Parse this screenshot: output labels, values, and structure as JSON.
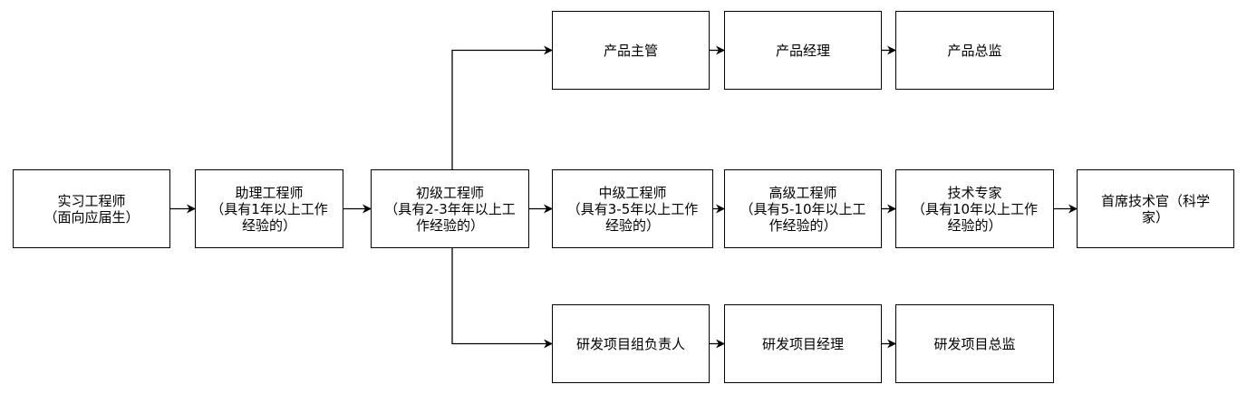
{
  "diagram": {
    "nodes": [
      {
        "id": "intern",
        "text": "实习工程师\n（面向应届生）"
      },
      {
        "id": "assistant",
        "text": "助理工程师\n（具有1年以上工作\n经验的）"
      },
      {
        "id": "junior",
        "text": "初级工程师\n（具有2-3年年以上工\n作经验的）"
      },
      {
        "id": "mid",
        "text": "中级工程师\n（具有3-5年以上工作\n经验的）"
      },
      {
        "id": "senior",
        "text": "高级工程师\n（具有5-10年以上工\n作经验的）"
      },
      {
        "id": "expert",
        "text": "技术专家\n（具有10年以上工作\n经验的）"
      },
      {
        "id": "cto",
        "text": "首席技术官（科学\n家）"
      },
      {
        "id": "prod1",
        "text": "产品主管"
      },
      {
        "id": "prod2",
        "text": "产品经理"
      },
      {
        "id": "prod3",
        "text": "产品总监"
      },
      {
        "id": "rd1",
        "text": "研发项目组负责人"
      },
      {
        "id": "rd2",
        "text": "研发项目经理"
      },
      {
        "id": "rd3",
        "text": "研发项目总监"
      }
    ],
    "edges": [
      {
        "from": "intern",
        "to": "assistant"
      },
      {
        "from": "assistant",
        "to": "junior"
      },
      {
        "from": "junior",
        "to": "mid"
      },
      {
        "from": "mid",
        "to": "senior"
      },
      {
        "from": "senior",
        "to": "expert"
      },
      {
        "from": "expert",
        "to": "cto"
      },
      {
        "from": "junior",
        "to": "prod1"
      },
      {
        "from": "prod1",
        "to": "prod2"
      },
      {
        "from": "prod2",
        "to": "prod3"
      },
      {
        "from": "junior",
        "to": "rd1"
      },
      {
        "from": "rd1",
        "to": "rd2"
      },
      {
        "from": "rd2",
        "to": "rd3"
      }
    ]
  }
}
